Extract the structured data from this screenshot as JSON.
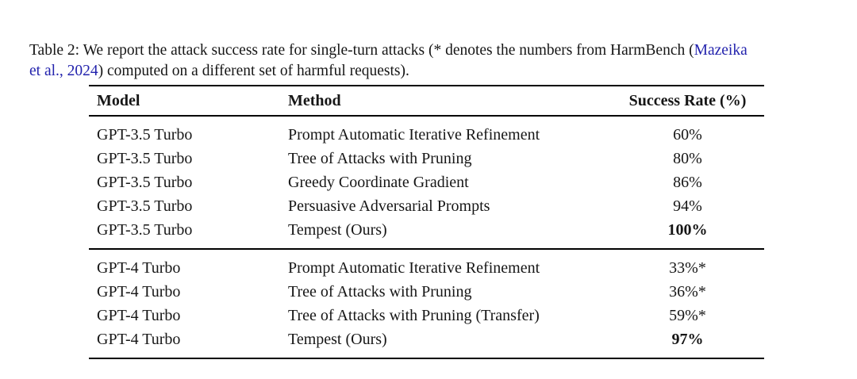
{
  "colors": {
    "text": "#161616",
    "link": "#2323ad",
    "rule": "#000000",
    "background": "#ffffff"
  },
  "caption": {
    "lines": [
      [
        {
          "text": "Table 2: We report the attack success rate for single-turn attacks (* denotes the numbers from HarmBench (",
          "style": "plain"
        },
        {
          "text": "Mazeika",
          "style": "link"
        }
      ],
      [
        {
          "text": "et al., 2024",
          "style": "link"
        },
        {
          "text": ") computed on a different set of harmful requests).",
          "style": "plain"
        }
      ]
    ]
  },
  "table": {
    "columns": [
      "Model",
      "Method",
      "Success Rate (%)"
    ],
    "groups": [
      {
        "rows": [
          {
            "model": "GPT-3.5 Turbo",
            "method": "Prompt Automatic Iterative Refinement",
            "success_rate": "60%",
            "bold": false
          },
          {
            "model": "GPT-3.5 Turbo",
            "method": "Tree of Attacks with Pruning",
            "success_rate": "80%",
            "bold": false
          },
          {
            "model": "GPT-3.5 Turbo",
            "method": "Greedy Coordinate Gradient",
            "success_rate": "86%",
            "bold": false
          },
          {
            "model": "GPT-3.5 Turbo",
            "method": "Persuasive Adversarial Prompts",
            "success_rate": "94%",
            "bold": false
          },
          {
            "model": "GPT-3.5 Turbo",
            "method": "Tempest (Ours)",
            "success_rate": "100%",
            "bold": true
          }
        ]
      },
      {
        "rows": [
          {
            "model": "GPT-4 Turbo",
            "method": "Prompt Automatic Iterative Refinement",
            "success_rate": "33%*",
            "bold": false
          },
          {
            "model": "GPT-4 Turbo",
            "method": "Tree of Attacks with Pruning",
            "success_rate": "36%*",
            "bold": false
          },
          {
            "model": "GPT-4 Turbo",
            "method": "Tree of Attacks with Pruning (Transfer)",
            "success_rate": "59%*",
            "bold": false
          },
          {
            "model": "GPT-4 Turbo",
            "method": "Tempest (Ours)",
            "success_rate": "97%",
            "bold": true
          }
        ]
      }
    ]
  }
}
